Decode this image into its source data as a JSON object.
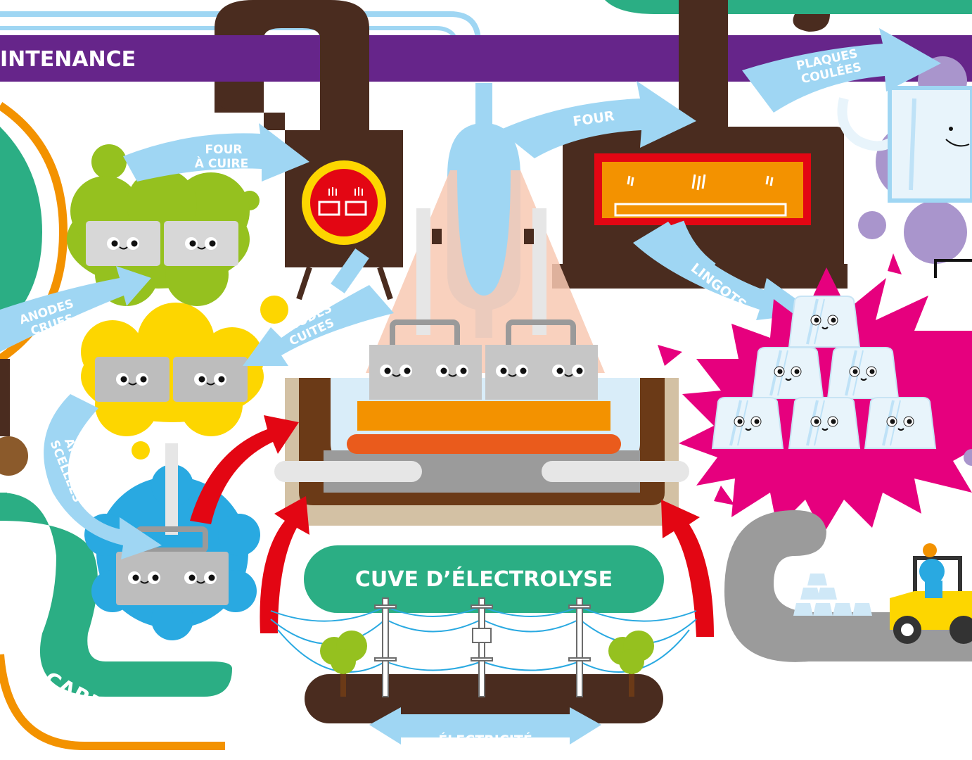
{
  "band": {
    "label": "INTENANCE"
  },
  "arrows": {
    "four_a_cuire": [
      "FOUR",
      "À CUIRE"
    ],
    "anodes_crues": [
      "ANODES",
      "CRUES"
    ],
    "anodes_cuites": [
      "ANODES",
      "CUITES"
    ],
    "anodes_scellees": [
      "ANODES",
      "SCELLÉES"
    ],
    "four": "FOUR",
    "plaques_coulees": [
      "PLAQUES",
      "COULÉES"
    ],
    "lingots": "LINGOTS",
    "electricite": "ÉLECTRICITÉ"
  },
  "labels": {
    "cuve": "CUVE D’ÉLECTROLYSE",
    "carbone": "CARBONE"
  },
  "colors": {
    "purple_band": "#66258a",
    "brown": "#4a2c1f",
    "light_blue": "#9fd6f3",
    "green_cloud": "#95c11f",
    "yellow_cloud": "#fdd600",
    "blue_cloud": "#29a9e1",
    "magenta_star": "#e6007e",
    "teal": "#2bae84",
    "orange": "#f39200",
    "red": "#e30613"
  }
}
